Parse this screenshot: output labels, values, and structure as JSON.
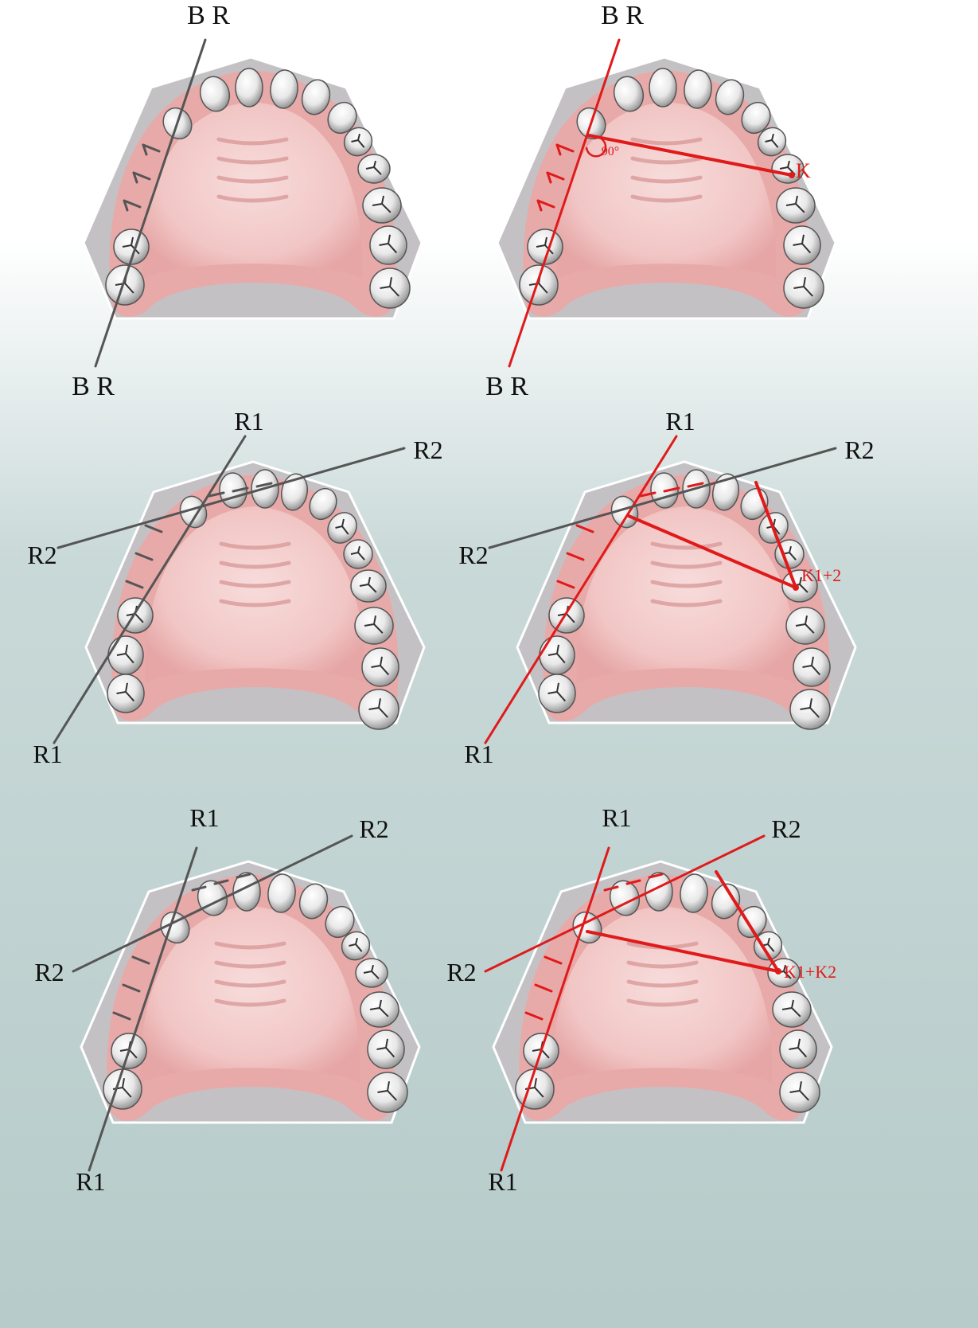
{
  "panels": [
    {
      "id": "p1",
      "labels": {
        "top": "B  R",
        "bottom": "B  R"
      },
      "red_labels": {}
    },
    {
      "id": "p2",
      "labels": {
        "top": "B  R",
        "bottom": "B  R"
      },
      "red_labels": {
        "k": "K",
        "angle": "90°"
      }
    },
    {
      "id": "p3",
      "labels": {
        "r1_top": "R1",
        "r1_bottom": "R1",
        "r2_right": "R2",
        "r2_left": "R2"
      },
      "red_labels": {}
    },
    {
      "id": "p4",
      "labels": {
        "r1_top": "R1",
        "r1_bottom": "R1",
        "r2_right": "R2",
        "r2_left": "R2"
      },
      "red_labels": {
        "k": "K1+2"
      }
    },
    {
      "id": "p5",
      "labels": {
        "r1_top": "R1",
        "r1_bottom": "R1",
        "r2_right": "R2",
        "r2_left": "R2"
      },
      "red_labels": {}
    },
    {
      "id": "p6",
      "labels": {
        "r1_top": "R1",
        "r1_bottom": "R1",
        "r2_right": "R2",
        "r2_left": "R2"
      },
      "red_labels": {
        "k": "K1+K2"
      }
    }
  ],
  "colors": {
    "background_top": "#ffffff",
    "background_bottom": "#b6cbca",
    "cast": "#c4c1c4",
    "cast_border": "#ffffff",
    "gum": "#e8a9a9",
    "palate": "#f4d0cf",
    "tooth": "#f2f2f2",
    "tooth_shade": "#6e6e6e",
    "gray_line": "#555555",
    "red_line": "#e01a1a"
  }
}
